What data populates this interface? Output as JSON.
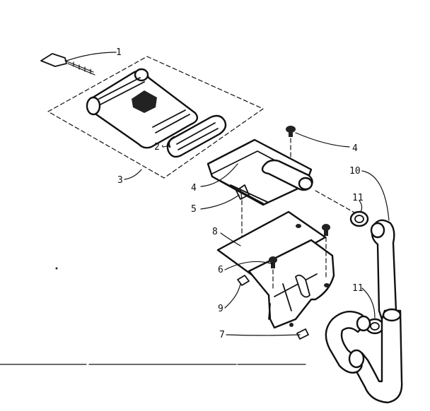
{
  "diagram": {
    "callouts": {
      "c1": "1",
      "c2": "2",
      "c3": "3",
      "c4a": "4",
      "c4b": "4",
      "c5": "5",
      "c6": "6",
      "c7": "7",
      "c8": "8",
      "c9": "9",
      "c10": "10",
      "c11a": "11",
      "c11b": "11"
    }
  }
}
